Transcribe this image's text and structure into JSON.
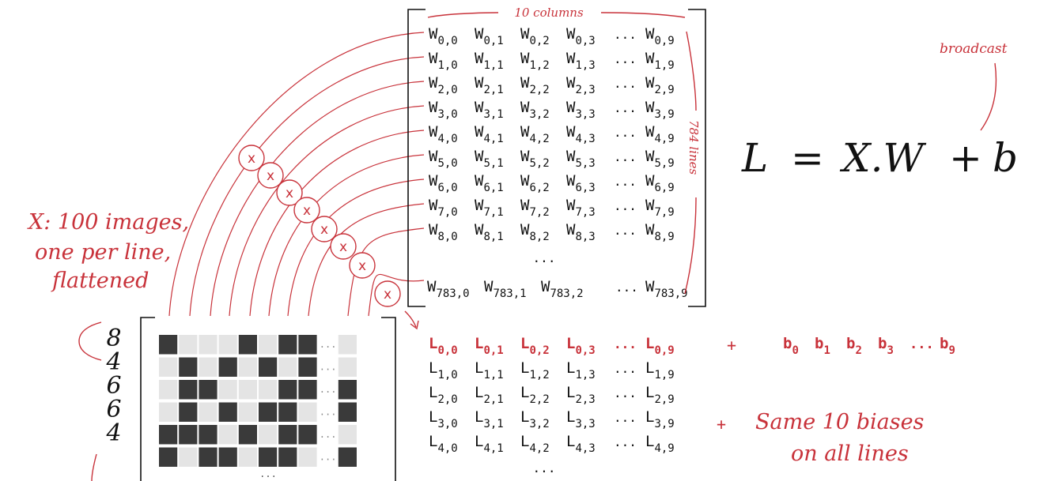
{
  "colors": {
    "red": "#c8323a",
    "dark_pixel": "#3a3a3a",
    "light_pixel": "#e4e4e4",
    "ink": "#111111"
  },
  "annotations": {
    "columns": "10 columns",
    "lines": "784 lines",
    "broadcast": "broadcast",
    "x_line1": "X: 100 images,",
    "x_line2": "one per line,",
    "x_line3": "flattened",
    "same_biases_1": "Same 10 biases",
    "same_biases_2": "on all lines",
    "plus": "+"
  },
  "equation": {
    "L": "L",
    "eq": "=",
    "rhs1": "X.W",
    "plus": "+",
    "b": "b"
  },
  "digits": [
    "8",
    "4",
    "6",
    "6",
    "4"
  ],
  "ellipsis": "...",
  "dots_v": "...",
  "multiply_symbol": "x",
  "W_rows": [
    [
      "0,0",
      "0,1",
      "0,2",
      "0,3",
      "0,9"
    ],
    [
      "1,0",
      "1,1",
      "1,2",
      "1,3",
      "1,9"
    ],
    [
      "2,0",
      "2,1",
      "2,2",
      "2,3",
      "2,9"
    ],
    [
      "3,0",
      "3,1",
      "3,2",
      "3,3",
      "3,9"
    ],
    [
      "4,0",
      "4,1",
      "4,2",
      "4,3",
      "4,9"
    ],
    [
      "5,0",
      "5,1",
      "5,2",
      "5,3",
      "5,9"
    ],
    [
      "6,0",
      "6,1",
      "6,2",
      "6,3",
      "6,9"
    ],
    [
      "7,0",
      "7,1",
      "7,2",
      "7,3",
      "7,9"
    ],
    [
      "8,0",
      "8,1",
      "8,2",
      "8,3",
      "8,9"
    ]
  ],
  "W_last": [
    "783,0",
    "783,1",
    "783,2",
    "783,9"
  ],
  "W_letter": "W",
  "L_letter": "L",
  "b_letter": "b",
  "L_rows": [
    [
      "0,0",
      "0,1",
      "0,2",
      "0,3",
      "0,9"
    ],
    [
      "1,0",
      "1,1",
      "1,2",
      "1,3",
      "1,9"
    ],
    [
      "2,0",
      "2,1",
      "2,2",
      "2,3",
      "2,9"
    ],
    [
      "3,0",
      "3,1",
      "3,2",
      "3,3",
      "3,9"
    ],
    [
      "4,0",
      "4,1",
      "4,2",
      "4,3",
      "4,9"
    ]
  ],
  "b_subs": [
    "0",
    "1",
    "2",
    "3",
    "9"
  ],
  "pixel_grid": [
    [
      1,
      0,
      0,
      0,
      1,
      0,
      1,
      1,
      "e",
      0
    ],
    [
      0,
      1,
      0,
      1,
      0,
      1,
      0,
      1,
      "e",
      0
    ],
    [
      0,
      1,
      1,
      0,
      0,
      0,
      1,
      1,
      "e",
      1
    ],
    [
      0,
      1,
      0,
      1,
      0,
      1,
      1,
      0,
      "e",
      1
    ],
    [
      1,
      1,
      1,
      0,
      1,
      0,
      1,
      1,
      "e",
      0
    ],
    [
      1,
      0,
      1,
      1,
      0,
      1,
      1,
      0,
      "e",
      1
    ]
  ]
}
